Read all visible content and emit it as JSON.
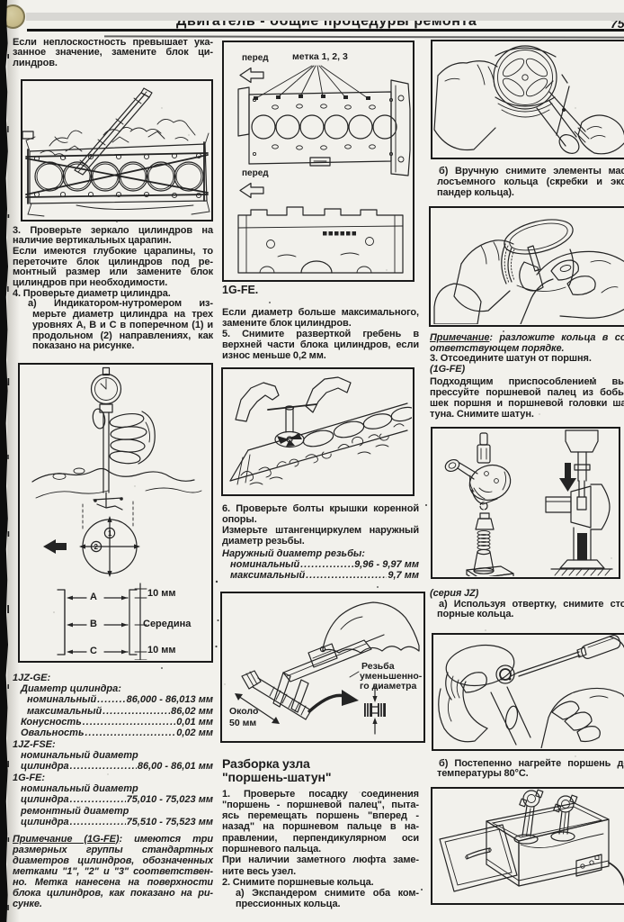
{
  "colors": {
    "paper": "#f3f2ee",
    "ink": "#1c1c1c",
    "header_band": "#d9d8d4",
    "edge_strip": "#0d0d0d",
    "hole_fill": "#c7bb8b",
    "hole_rim": "#7e7550"
  },
  "header": {
    "title": "Двигатель - общие процедуры ремонта",
    "page_number": "75"
  },
  "left": {
    "intro": [
      {
        "lines": [
          "Если неплоскостность превышает ука-",
          "занное значение, замените блок ци-",
          "линдров."
        ]
      }
    ],
    "para34": [
      {
        "lines": [
          "3. Проверьте зеркало цилиндров на",
          "наличие вертикальных царапин."
        ]
      },
      {
        "lines": [
          "Если имеются глубокие царапины, то",
          "переточите блок цилиндров под ре-",
          "монтный размер или замените блок",
          "цилиндров при необходимости."
        ]
      },
      {
        "lines": [
          "4. Проверьте диаметр цилиндра."
        ]
      },
      {
        "pad": 22,
        "ti": -5,
        "lines": [
          "а) Индикатором-нутромером из-",
          "мерьте диаметр цилиндра на трех",
          "уровнях А, В и С в поперечном (1) и",
          "продольном (2) направлениях, как",
          "показано на рисунке."
        ]
      }
    ],
    "fig_bore_gauge": {
      "point1": "1",
      "point2": "2",
      "level_a": "А",
      "level_b": "В",
      "level_c": "С",
      "dim_top": "10 мм",
      "dim_mid": "Середина",
      "dim_bot": "10 мм"
    },
    "specs": [
      {
        "lv": 0,
        "n": "1JZ-GE:"
      },
      {
        "lv": 1,
        "n": "Диаметр цилиндра:"
      },
      {
        "lv": 2,
        "n": "номинальный",
        "v": "86,000 - 86,013 мм"
      },
      {
        "lv": 2,
        "n": "максимальный",
        "v": "86,02 мм"
      },
      {
        "lv": 1,
        "n": "Конусность",
        "v": "0,01 мм"
      },
      {
        "lv": 1,
        "n": "Овальность",
        "v": "0,02 мм"
      },
      {
        "lv": 0,
        "n": "1JZ-FSE:"
      },
      {
        "lv": 1,
        "n": "номинальный диаметр"
      },
      {
        "lv": 1,
        "n": "цилиндра",
        "v": "86,00 - 86,01 мм"
      },
      {
        "lv": 0,
        "n": "1G-FE:"
      },
      {
        "lv": 1,
        "n": "номинальный диаметр"
      },
      {
        "lv": 1,
        "n": "цилиндра",
        "v": "75,010 - 75,023 мм"
      },
      {
        "lv": 1,
        "n": "ремонтный диаметр"
      },
      {
        "lv": 1,
        "n": "цилиндра",
        "v": "75,510 - 75,523 мм"
      }
    ],
    "note": [
      {
        "cls": "it",
        "lines": [
          [
            {
              "t": "Примечание (1G-FE)",
              "u": 1
            },
            {
              "t": ": имеются три"
            }
          ],
          "размерных группы стандартных",
          "диаметров цилиндров, обозначенных",
          "метками \"1\", \"2\" и \"3\" соответствен-",
          "но. Метка нанесена на поверхности",
          "блока цилиндров, как показано на ри-",
          "сунке."
        ]
      }
    ]
  },
  "middle": {
    "fig_marks": {
      "front_top": "перед",
      "marks": "метка 1, 2, 3",
      "front_bottom": "перед"
    },
    "caption": "1G-FE.",
    "para5": [
      {
        "lines": [
          "Если диаметр больше максимального,",
          "замените блок цилиндров."
        ]
      },
      {
        "lines": [
          "5. Снимите разверткой гребень в",
          "верхней части блока цилиндров, если",
          "износ меньше 0,2 мм."
        ]
      }
    ],
    "para6": [
      {
        "lines": [
          "6. Проверьте болты крышки коренной",
          "опоры."
        ]
      },
      {
        "lines": [
          "Измерьте штангенциркулем наружный",
          "диаметр резьбы."
        ]
      }
    ],
    "specs": [
      {
        "lv": 0,
        "n": "Наружный диаметр резьбы:"
      },
      {
        "lv": 1,
        "n": "номинальный",
        "v": "9,96 - 9,97 мм"
      },
      {
        "lv": 1,
        "n": "максимальный",
        "v": "9,7 мм"
      }
    ],
    "fig_caliper": {
      "about_line1": "Около",
      "about_line2": "50 мм",
      "thread_line1": "Резьба",
      "thread_line2": "уменьшенно-",
      "thread_line3": "го диаметра"
    },
    "heading": [
      {
        "lines": [
          "Разборка узла",
          "\"поршень-шатун\""
        ]
      }
    ],
    "para_piston": [
      {
        "lines": [
          "1. Проверьте посадку соединения",
          "\"поршень - поршневой палец\", пыта-",
          "ясь перемещать поршень \"вперед -",
          "назад\" на поршневом пальце в на-",
          "правлении, перпендикулярном оси",
          "поршневого пальца."
        ]
      },
      {
        "lines": [
          "При наличии заметного люфта заме-",
          "ните весь узел."
        ]
      },
      {
        "lines": [
          "2. Снимите поршневые кольца."
        ]
      },
      {
        "pad": 15,
        "lines": [
          "а) Экспандером снимите оба ком-",
          "прессионных кольца."
        ]
      }
    ]
  },
  "right": {
    "para_b": [
      {
        "pad": 8,
        "ti": 2,
        "lines": [
          "б) Вручную снимите элементы мас-",
          "лосъемного кольца (скребки и экс-",
          "пандер кольца)."
        ]
      }
    ],
    "note": [
      {
        "cls": "it",
        "lines": [
          [
            {
              "t": "Примечание",
              "u": 1
            },
            {
              "t": ": разложите кольца в со-"
            }
          ],
          "ответствующем порядке."
        ]
      },
      {
        "lines": [
          "3. Отсоедините шатун от поршня."
        ]
      },
      {
        "cls": "it nj",
        "lines": [
          "(1G-FE)"
        ]
      }
    ],
    "para_press": [
      {
        "lines": [
          "Подходящим приспособлением вы-",
          "прессуйте поршневой палец из бобы-",
          "шек поршня и поршневой головки ша-",
          "туна. Снимите шатун."
        ]
      }
    ],
    "series_jz": [
      {
        "cls": "it nj",
        "lines": [
          "(серия JZ)"
        ]
      },
      {
        "pad": 8,
        "ti": 2,
        "lines": [
          "а) Используя отвертку, снимите сто-",
          "порные кольца."
        ]
      }
    ],
    "para_heat": [
      {
        "pad": 8,
        "ti": 2,
        "lines": [
          "б) Постепенно нагрейте поршень до",
          "температуры 80°С."
        ]
      }
    ]
  }
}
